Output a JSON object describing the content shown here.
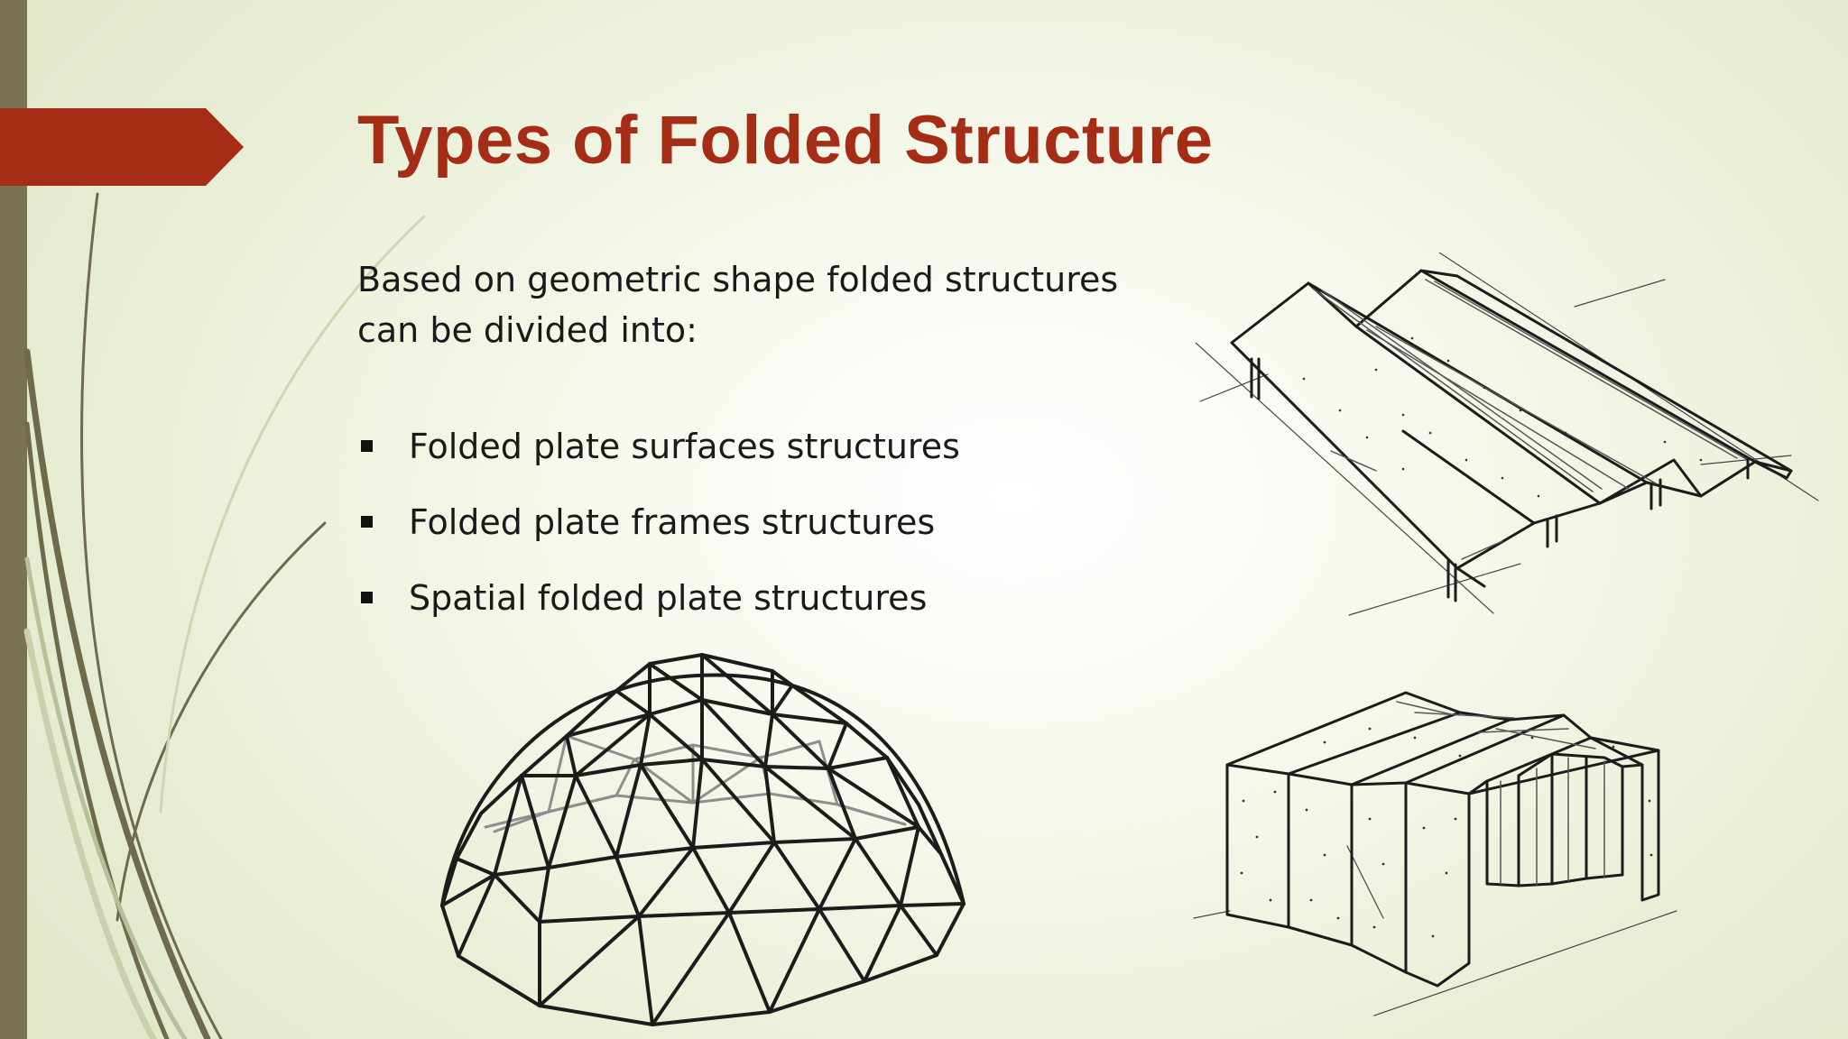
{
  "slide": {
    "title": "Types of Folded Structure",
    "intro_lines": [
      "Based on geometric shape folded structures",
      "can be divided into:"
    ],
    "bullets": [
      "Folded plate surfaces structures",
      "Folded plate frames structures",
      "Spatial folded plate structures"
    ]
  },
  "theme": {
    "title_color": "#a52d16",
    "accent_tab_color": "#a52d16",
    "left_bar_color": "#7a7255",
    "swoosh_color": "#6f6a4c",
    "background_center": "#ffffff",
    "background_edge": "#e2e9cb"
  },
  "illustrations": [
    {
      "name": "geodesic-dome-drawing"
    },
    {
      "name": "folded-plate-roof-drawing"
    },
    {
      "name": "folded-plate-frame-drawing"
    }
  ]
}
